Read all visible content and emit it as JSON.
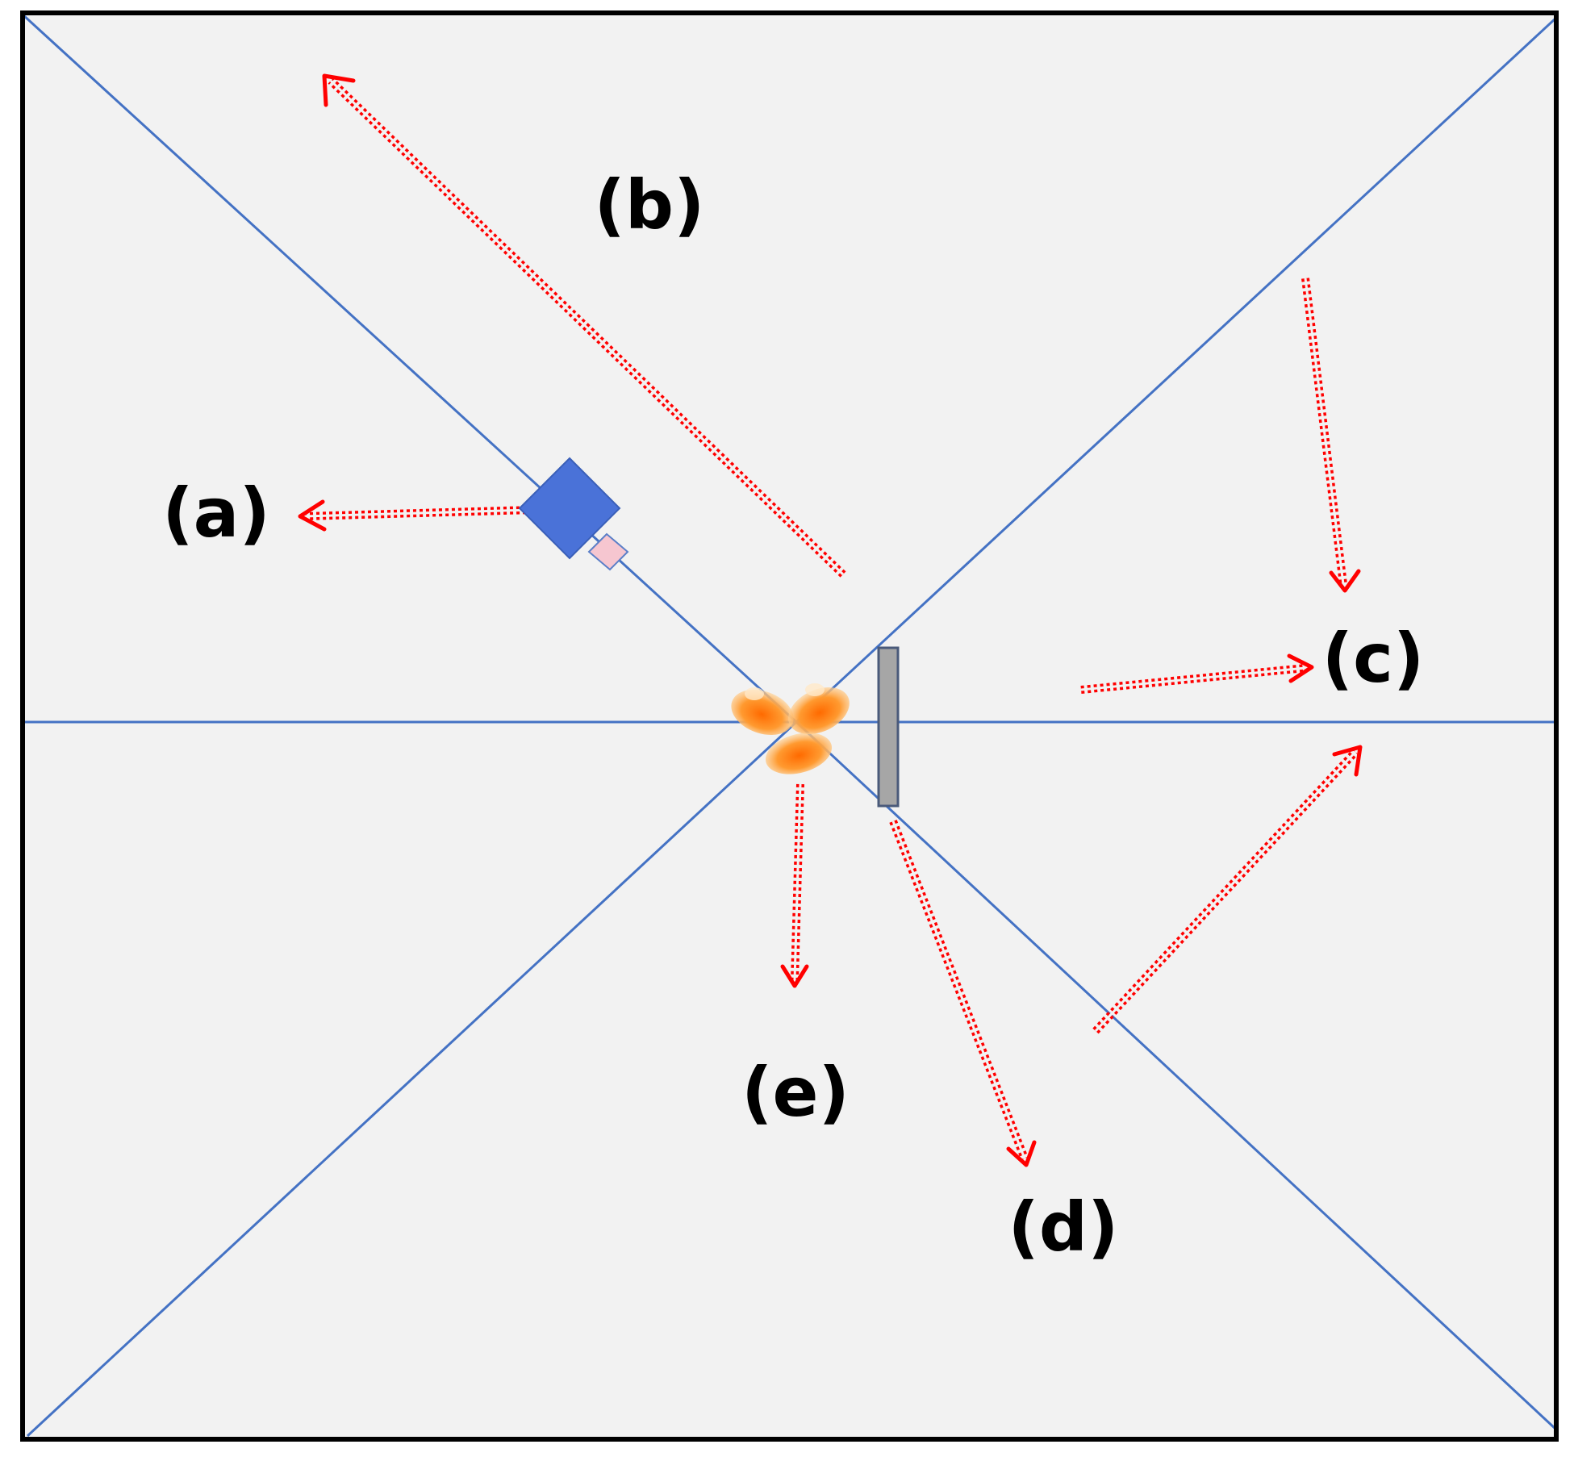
{
  "labels": {
    "a": "(a)",
    "b": "(b)",
    "c": "(c)",
    "d": "(d)",
    "e": "(e)"
  },
  "colors": {
    "background": "#f2f2f2",
    "frame": "#000000",
    "guide_lines": "#4472c4",
    "arrows": "#ff0000",
    "camera_body": "#4a72d8",
    "camera_lens": "#f6c6d0",
    "panel": "#a6a6a6",
    "fire_outer": "#ffb347",
    "fire_inner": "#ff7a1a"
  },
  "icons": {
    "camera": "camera-icon",
    "fire": "fire-icon",
    "panel": "panel-icon"
  }
}
